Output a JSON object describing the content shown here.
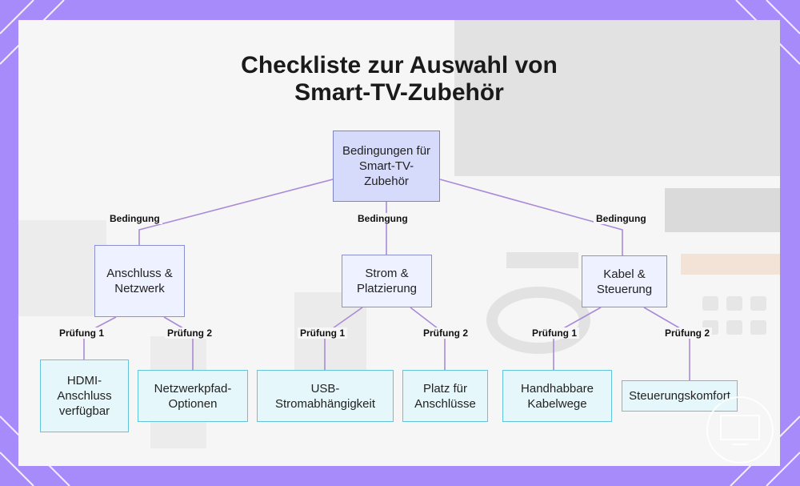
{
  "title": "Checkliste zur Auswahl von Smart-TV-Zubehör",
  "title_lines": [
    "Checkliste zur Auswahl von",
    "Smart-TV-Zubehör"
  ],
  "colors": {
    "frame": "#a78bfa",
    "root_fill": "#d6dbfb",
    "mid_fill": "#eef1ff",
    "leaf_fill": "#e6f7fb",
    "line": "#a98ad8",
    "leaf_border": "#63c3d9"
  },
  "root": {
    "label": "Bedingungen für Smart-TV-Zubehör"
  },
  "branches": [
    {
      "edge_label": "Bedingung",
      "label": "Anschluss & Netzwerk",
      "checks": [
        {
          "edge_label": "Prüfung 1",
          "label": "HDMI-Anschluss verfügbar"
        },
        {
          "edge_label": "Prüfung 2",
          "label": "Netzwerkpfad-Optionen"
        }
      ]
    },
    {
      "edge_label": "Bedingung",
      "label": "Strom & Platzierung",
      "checks": [
        {
          "edge_label": "Prüfung 1",
          "label": "USB-Stromabhängigkeit"
        },
        {
          "edge_label": "Prüfung 2",
          "label": "Platz für Anschlüsse"
        }
      ]
    },
    {
      "edge_label": "Bedingung",
      "label": "Kabel & Steuerung",
      "checks": [
        {
          "edge_label": "Prüfung 1",
          "label": "Handhabbare Kabelwege"
        },
        {
          "edge_label": "Prüfung 2",
          "label": "Steuerungskomfort"
        }
      ]
    }
  ]
}
